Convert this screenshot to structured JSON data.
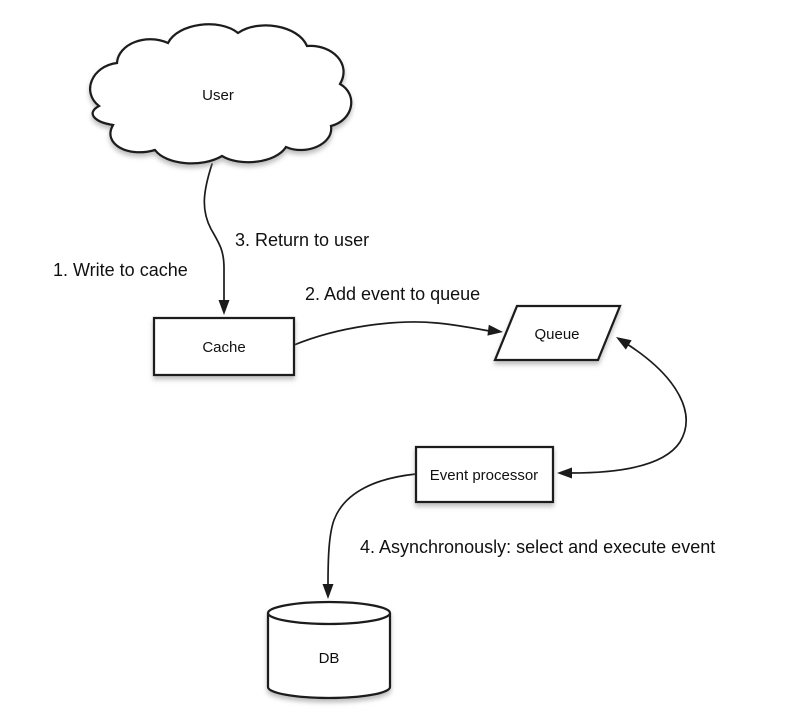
{
  "diagram": {
    "nodes": {
      "user": {
        "label": "User",
        "shape": "cloud"
      },
      "cache": {
        "label": "Cache",
        "shape": "rectangle"
      },
      "queue": {
        "label": "Queue",
        "shape": "parallelogram"
      },
      "event_processor": {
        "label": "Event processor",
        "shape": "rectangle"
      },
      "db": {
        "label": "DB",
        "shape": "cylinder"
      }
    },
    "edges": {
      "write_to_cache": {
        "label": "1. Write to cache",
        "from": "user",
        "to": "cache"
      },
      "add_event_to_queue": {
        "label": "2. Add event to queue",
        "from": "cache",
        "to": "queue"
      },
      "return_to_user": {
        "label": "3. Return to user",
        "from": "cache",
        "to": "user"
      },
      "async_select_execute": {
        "label": "4. Asynchronously: select and execute event",
        "from": "event_processor",
        "to": "db"
      },
      "queue_processor_link": {
        "label": "",
        "from": "queue",
        "to": "event_processor",
        "bidirectional": true
      }
    },
    "colors": {
      "background": "#ffffff",
      "stroke": "#1b1b1b",
      "text": "#111111",
      "shadow": "#888888"
    }
  }
}
